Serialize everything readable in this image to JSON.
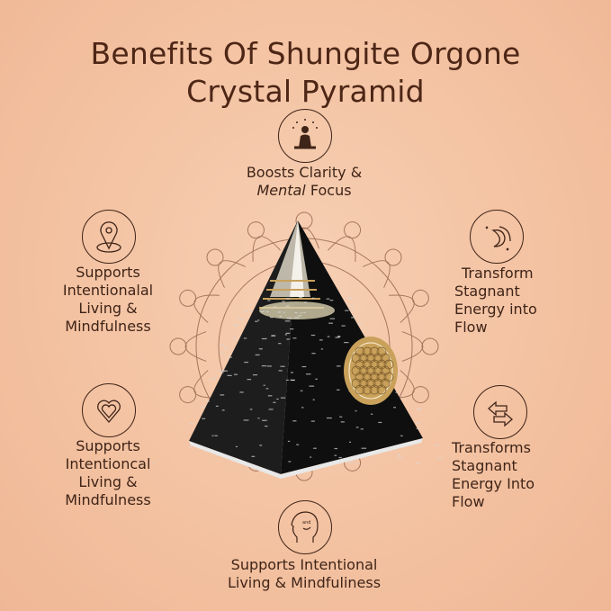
{
  "title": {
    "line1": "Benefits Of Shungite Orgone",
    "line2": "Crystal Pyramid"
  },
  "benefits": [
    {
      "icon": "meditation-icon",
      "lines": [
        "Boosts Clarity &",
        "Focus"
      ],
      "italic_word": "Mental"
    },
    {
      "icon": "location-pin-icon",
      "lines": [
        "Supports",
        "Intentionalal",
        "Living &",
        "Mindfulness"
      ]
    },
    {
      "icon": "wave-moon-icon",
      "lines": [
        "Transform",
        "Stagnant",
        "Energy into",
        "Flow"
      ]
    },
    {
      "icon": "heart-icon",
      "lines": [
        "Supports",
        "Intentioncal",
        "Living &",
        "Mindfulness"
      ]
    },
    {
      "icon": "swap-arrows-icon",
      "lines": [
        "Transforms",
        "Stagnant",
        "Energy Into",
        "Flow"
      ]
    },
    {
      "icon": "head-mind-icon",
      "icon_text": "and",
      "lines": [
        "Supports Intentional",
        "Living & Mindfuliness"
      ]
    }
  ],
  "colors": {
    "background": "#f4c4a3",
    "text": "#3f2418",
    "title": "#4d2616",
    "pyramid": "#151515",
    "gold": "#c9a15a"
  }
}
